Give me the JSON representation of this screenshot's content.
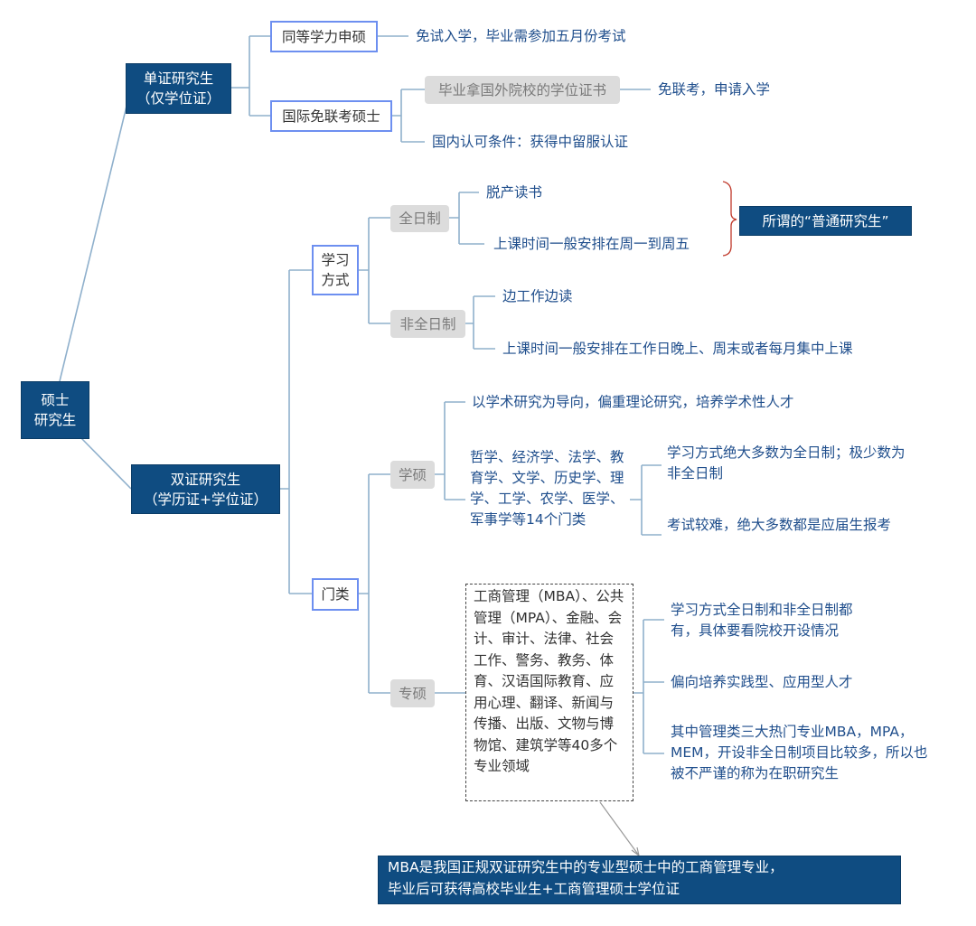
{
  "root": "硕士\n研究生",
  "single": {
    "label_line1": "单证研究生",
    "label_line2": "（仅学位证）",
    "equal": {
      "label": "同等学力申硕",
      "desc": "免试入学，毕业需参加五月份考试"
    },
    "intl": {
      "label": "国际免联考硕士",
      "degree": "毕业拿国外院校的学位证书",
      "degree_desc": "免联考，申请入学",
      "condition": "国内认可条件：获得中留服认证"
    }
  },
  "double": {
    "label_line1": "双证研究生",
    "label_line2": "（学历证+学位证）",
    "study_mode": {
      "label_line1": "学习",
      "label_line2": "方式",
      "fulltime": {
        "label": "全日制",
        "items": [
          "脱产读书",
          "上课时间一般安排在周一到周五"
        ],
        "note": "所谓的“普通研究生”"
      },
      "parttime": {
        "label": "非全日制",
        "items": [
          "边工作边读",
          "上课时间一般安排在工作日晚上、周末或者每月集中上课"
        ]
      }
    },
    "category": {
      "label": "门类",
      "academic": {
        "label": "学硕",
        "orientation": "以学术研究为导向，偏重理论研究，培养学术性人才",
        "fields": "哲学、经济学、法学、教育学、文学、历史学、理学、工学、农学、医学、军事学等14个门类",
        "notes": [
          "学习方式绝大多数为全日制；极少数为非全日制",
          "考试较难，绝大多数都是应届生报考"
        ]
      },
      "professional": {
        "label": "专硕",
        "fields": "工商管理（MBA）、公共管理（MPA）、金融、会计、审计、法律、社会工作、警务、教务、体育、汉语国际教育、应用心理、翻译、新闻与传播、出版、文物与博物馆、建筑学等40多个专业领域",
        "notes": [
          "学习方式全日制和非全日制都有，具体要看院校开设情况",
          "偏向培养实践型、应用型人才",
          "其中管理类三大热门专业MBA，MPA，MEM，开设非全日制项目比较多，所以也被不严谨的称为在职研究生"
        ]
      }
    }
  },
  "callout": {
    "line1": "MBA是我国正规双证研究生中的专业型硕士中的工商管理专业，",
    "line2": "毕业后可获得高校毕业生+工商管理硕士学位证"
  },
  "colors": {
    "dark": "#0f4c81",
    "line": "#8fb0cc",
    "text": "#1f4e8c",
    "border": "#6d8ff0",
    "brace": "#c0392b"
  }
}
